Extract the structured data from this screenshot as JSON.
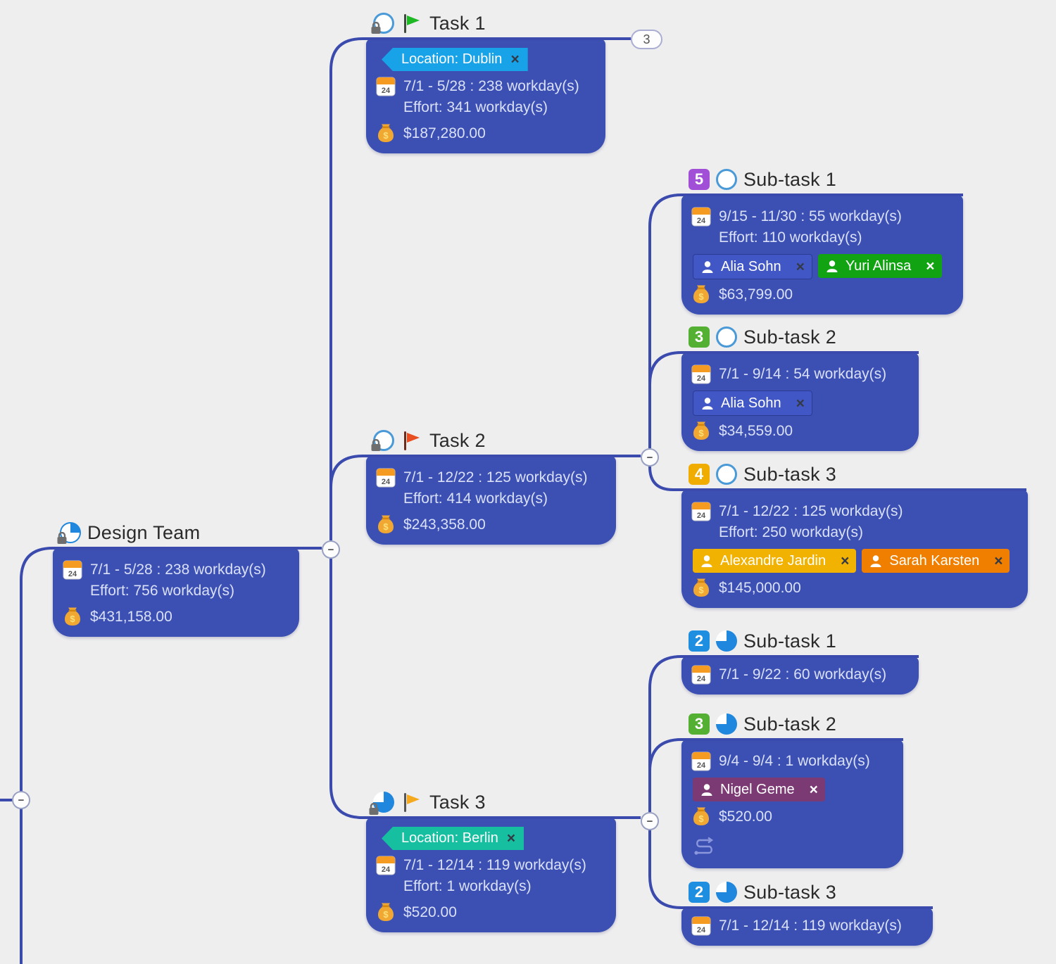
{
  "colors": {
    "card_bg": "#3c50b4",
    "connector": "#3a4aad",
    "card_text": "#d9e0f7",
    "location_dublin_bg": "#18a2e8",
    "location_berlin_bg": "#16bfa0",
    "tag_alia_bg": "#4257c6",
    "tag_yuri_bg": "#12a312",
    "tag_alexandre_bg": "#f2b202",
    "tag_sarah_bg": "#f07f00",
    "tag_nigel_bg": "#7c3a74",
    "badge_purple": "#a24fd8",
    "badge_green": "#53b032",
    "badge_amber": "#f0ad00",
    "badge_blue": "#1e8fe0",
    "progress_blue": "#1f87dd",
    "flag_task1": "#1fb825",
    "flag_task2": "#e84e22",
    "flag_task3": "#f5a91f"
  },
  "root": {
    "title": "Design Team",
    "schedule": "7/1 - 5/28 : 238 workday(s)",
    "effort": "Effort: 756 workday(s)",
    "cost": "$431,158.00"
  },
  "task1": {
    "title": "Task 1",
    "location": "Location: Dublin",
    "location_close": "×",
    "schedule": "7/1 - 5/28 : 238 workday(s)",
    "effort": "Effort: 341 workday(s)",
    "cost": "$187,280.00",
    "collapsed_count": "3"
  },
  "task2": {
    "title": "Task 2",
    "schedule": "7/1 - 12/22 : 125 workday(s)",
    "effort": "Effort: 414 workday(s)",
    "cost": "$243,358.00",
    "subtasks": [
      {
        "badge": "5",
        "title": "Sub-task 1",
        "schedule": "9/15 - 11/30 : 55 workday(s)",
        "effort": "Effort: 110 workday(s)",
        "resources": [
          {
            "name": "Alia Sohn",
            "close": "×"
          },
          {
            "name": "Yuri Alinsa",
            "close": "×"
          }
        ],
        "cost": "$63,799.00"
      },
      {
        "badge": "3",
        "title": "Sub-task 2",
        "schedule": "7/1 - 9/14 : 54 workday(s)",
        "resources": [
          {
            "name": "Alia Sohn",
            "close": "×"
          }
        ],
        "cost": "$34,559.00"
      },
      {
        "badge": "4",
        "title": "Sub-task 3",
        "schedule": "7/1 - 12/22 : 125 workday(s)",
        "effort": "Effort: 250 workday(s)",
        "resources": [
          {
            "name": "Alexandre Jardin",
            "close": "×"
          },
          {
            "name": "Sarah Karsten",
            "close": "×"
          }
        ],
        "cost": "$145,000.00"
      }
    ]
  },
  "task3": {
    "title": "Task 3",
    "location": "Location: Berlin",
    "location_close": "×",
    "schedule": "7/1 - 12/14 : 119 workday(s)",
    "effort": "Effort: 1 workday(s)",
    "cost": "$520.00",
    "subtasks": [
      {
        "badge": "2",
        "title": "Sub-task 1",
        "schedule": "7/1 - 9/22 : 60 workday(s)"
      },
      {
        "badge": "3",
        "title": "Sub-task 2",
        "schedule": "9/4 - 9/4 : 1 workday(s)",
        "resources": [
          {
            "name": "Nigel Geme",
            "close": "×"
          }
        ],
        "cost": "$520.00"
      },
      {
        "badge": "2",
        "title": "Sub-task 3",
        "schedule": "7/1 - 12/14 : 119 workday(s)"
      }
    ]
  },
  "controls": {
    "collapse_minus": "−"
  }
}
